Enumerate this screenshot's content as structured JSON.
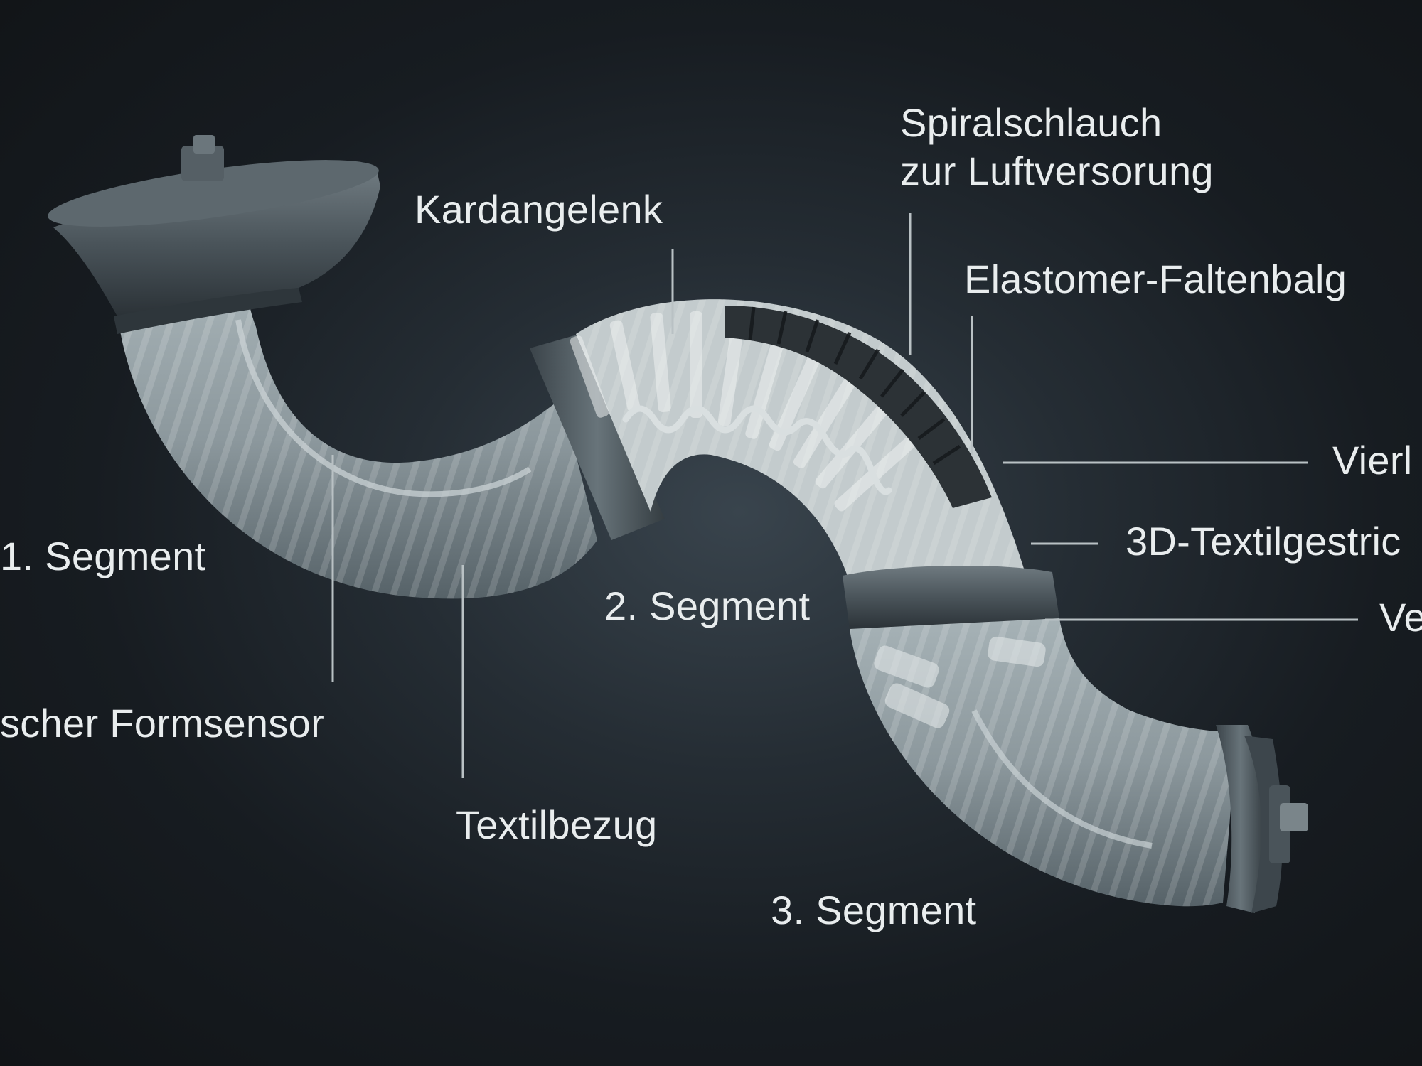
{
  "labels": {
    "spiral_line1": "Spiralschlauch",
    "spiral_line2": "zur Luftversorung",
    "kardangelenk": "Kardangelenk",
    "elastomer": "Elastomer-Faltenbalg",
    "vierl": "Vierl",
    "textilgestric": "3D-Textilgestric",
    "ve": "Ve",
    "segment1": "1. Segment",
    "segment2": "2. Segment",
    "segment3": "3. Segment",
    "formsensor": "scher Formsensor",
    "textilbezug": "Textilbezug"
  },
  "colors": {
    "background": "#14181d",
    "text": "#e9edee",
    "leader_line": "#b9c1c4",
    "tube": "#8c9aa0",
    "tube_shadow": "#4d5a60",
    "dark_metal": "#3f484e",
    "bellows": "#2c3236",
    "textile": "#d6dcdd"
  }
}
